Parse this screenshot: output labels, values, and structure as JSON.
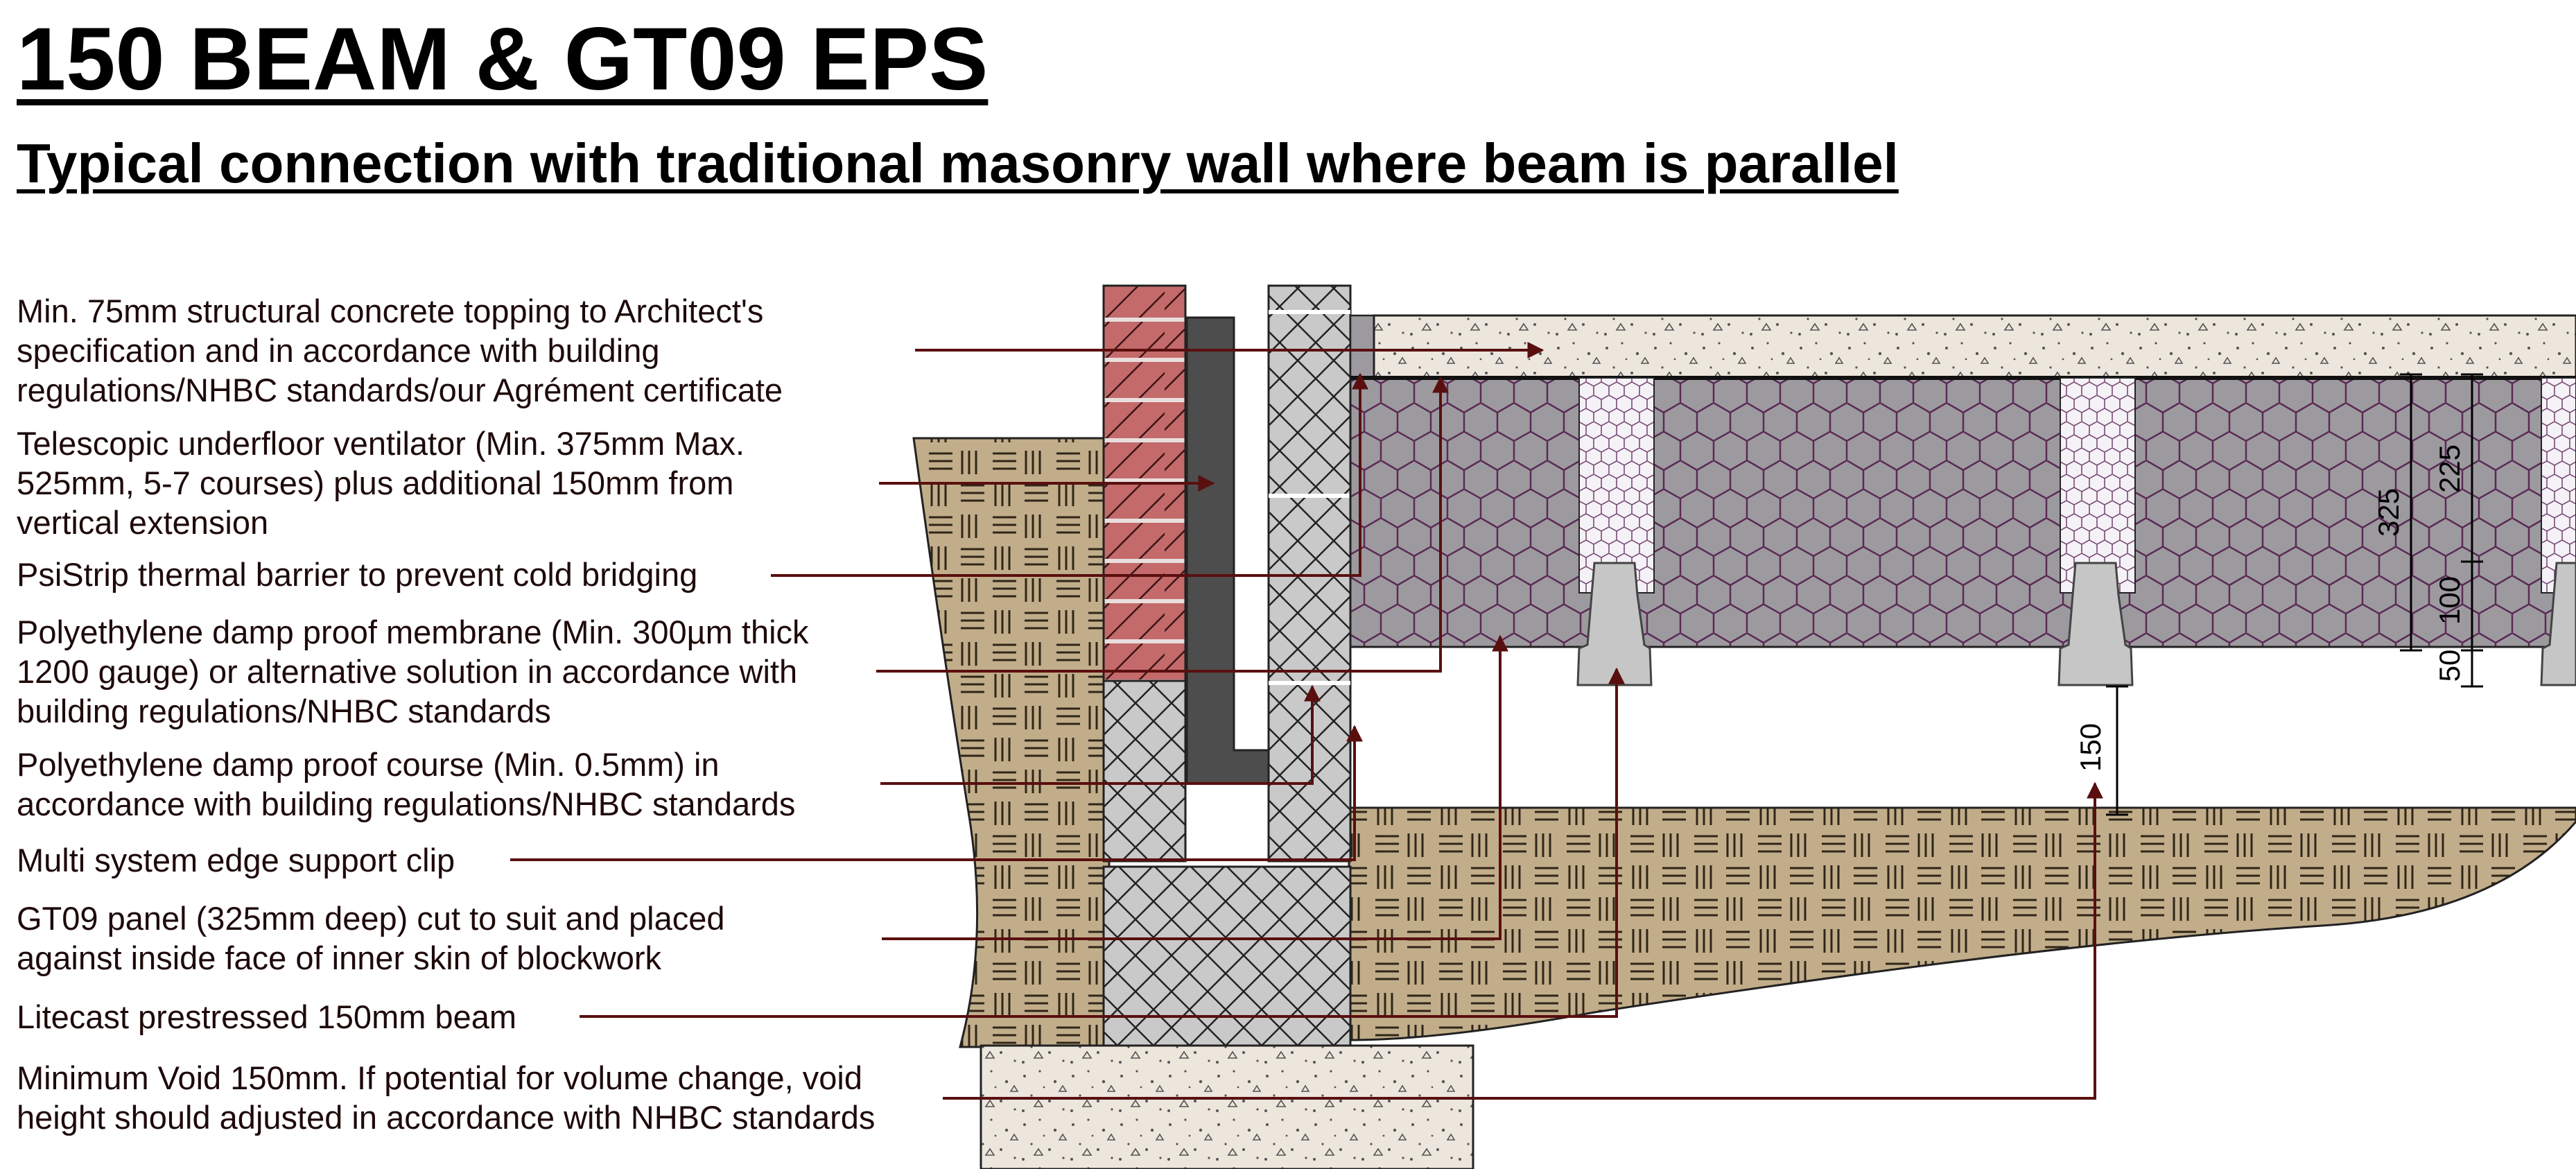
{
  "title": "150 BEAM & GT09 EPS",
  "subtitle": "Typical connection with traditional masonry wall where beam is parallel",
  "annotations": [
    "Min. 75mm structural concrete topping to Architect's\nspecification and in accordance with building\nregulations/NHBC standards/our Agrément certificate",
    "Telescopic underfloor ventilator (Min. 375mm Max.\n525mm, 5-7 courses) plus additional 150mm from\nvertical extension",
    "PsiStrip thermal barrier to prevent cold bridging",
    "Polyethylene damp proof membrane (Min. 300µm thick\n1200 gauge) or alternative solution in accordance with\nbuilding regulations/NHBC standards",
    "Polyethylene damp proof course (Min. 0.5mm) in\naccordance with building regulations/NHBC standards",
    "Multi system edge support clip",
    "GT09 panel (325mm deep) cut to suit and placed\nagainst inside face of inner skin of blockwork",
    "Litecast prestressed 150mm beam",
    "Minimum Void 150mm. If potential for volume change, void\nheight should adjusted in accordance with NHBC standards"
  ],
  "dimensions": {
    "panel_depth": "325",
    "eps_upper": "225",
    "eps_lower": "100",
    "beam_toe": "50",
    "void_height": "150"
  },
  "colors": {
    "brick": "#c46a6a",
    "block": "#c9c9c9",
    "eps": "#9c9a9f",
    "eps_hex": "#5b2a55",
    "concrete": "#ece6dd",
    "soil": "#c2ad8a",
    "leader": "#5a0f0f",
    "ventilator": "#4d4d4d"
  }
}
